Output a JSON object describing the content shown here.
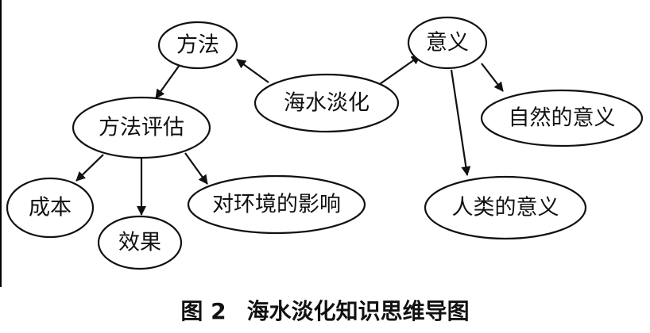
{
  "nodes": {
    "center": "海水淡化",
    "method": "方法",
    "significance": "意义",
    "method_eval": "方法评估",
    "cost": "成本",
    "effect": "效果",
    "env_impact": "对环境的影响",
    "natural_significance": "自然的意义",
    "human_significance": "人类的意义"
  },
  "caption": {
    "figure_no": "图 2",
    "title": "海水淡化知识思维导图"
  }
}
